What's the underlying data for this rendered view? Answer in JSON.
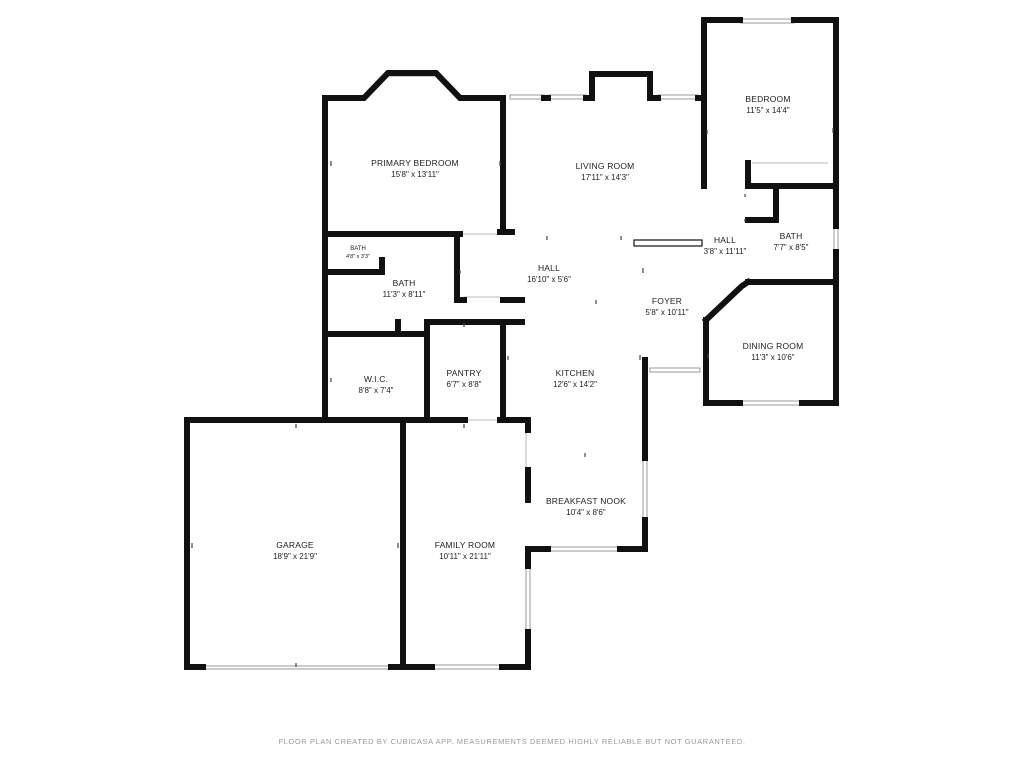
{
  "rooms": {
    "primary_bedroom": {
      "name": "PRIMARY BEDROOM",
      "dims": "15'8\" x 13'11\""
    },
    "living_room": {
      "name": "LIVING ROOM",
      "dims": "17'11\" x 14'3\""
    },
    "bedroom": {
      "name": "BEDROOM",
      "dims": "11'5\" x 14'4\""
    },
    "bath_small": {
      "name": "BATH",
      "dims": "4'8\" x 3'3\""
    },
    "bath_primary": {
      "name": "BATH",
      "dims": "11'3\" x 8'11\""
    },
    "hall_center": {
      "name": "HALL",
      "dims": "16'10\" x 5'6\""
    },
    "hall_right": {
      "name": "HALL",
      "dims": "3'8\" x 11'11\""
    },
    "bath_right": {
      "name": "BATH",
      "dims": "7'7\" x 8'5\""
    },
    "foyer": {
      "name": "FOYER",
      "dims": "5'8\" x 10'11\""
    },
    "dining_room": {
      "name": "DINING ROOM",
      "dims": "11'3\" x 10'6\""
    },
    "wic": {
      "name": "W.I.C.",
      "dims": "8'8\" x 7'4\""
    },
    "pantry": {
      "name": "PANTRY",
      "dims": "6'7\" x 8'8\""
    },
    "kitchen": {
      "name": "KITCHEN",
      "dims": "12'6\" x 14'2\""
    },
    "breakfast_nook": {
      "name": "BREAKFAST NOOK",
      "dims": "10'4\" x 8'6\""
    },
    "garage": {
      "name": "GARAGE",
      "dims": "18'9\" x 21'9\""
    },
    "family_room": {
      "name": "FAMILY ROOM",
      "dims": "10'11\" x 21'11\""
    }
  },
  "footer": {
    "text": "FLOOR PLAN CREATED BY CUBICASA APP. MEASUREMENTS DEEMED HIGHLY RELIABLE BUT NOT GUARANTEED."
  }
}
